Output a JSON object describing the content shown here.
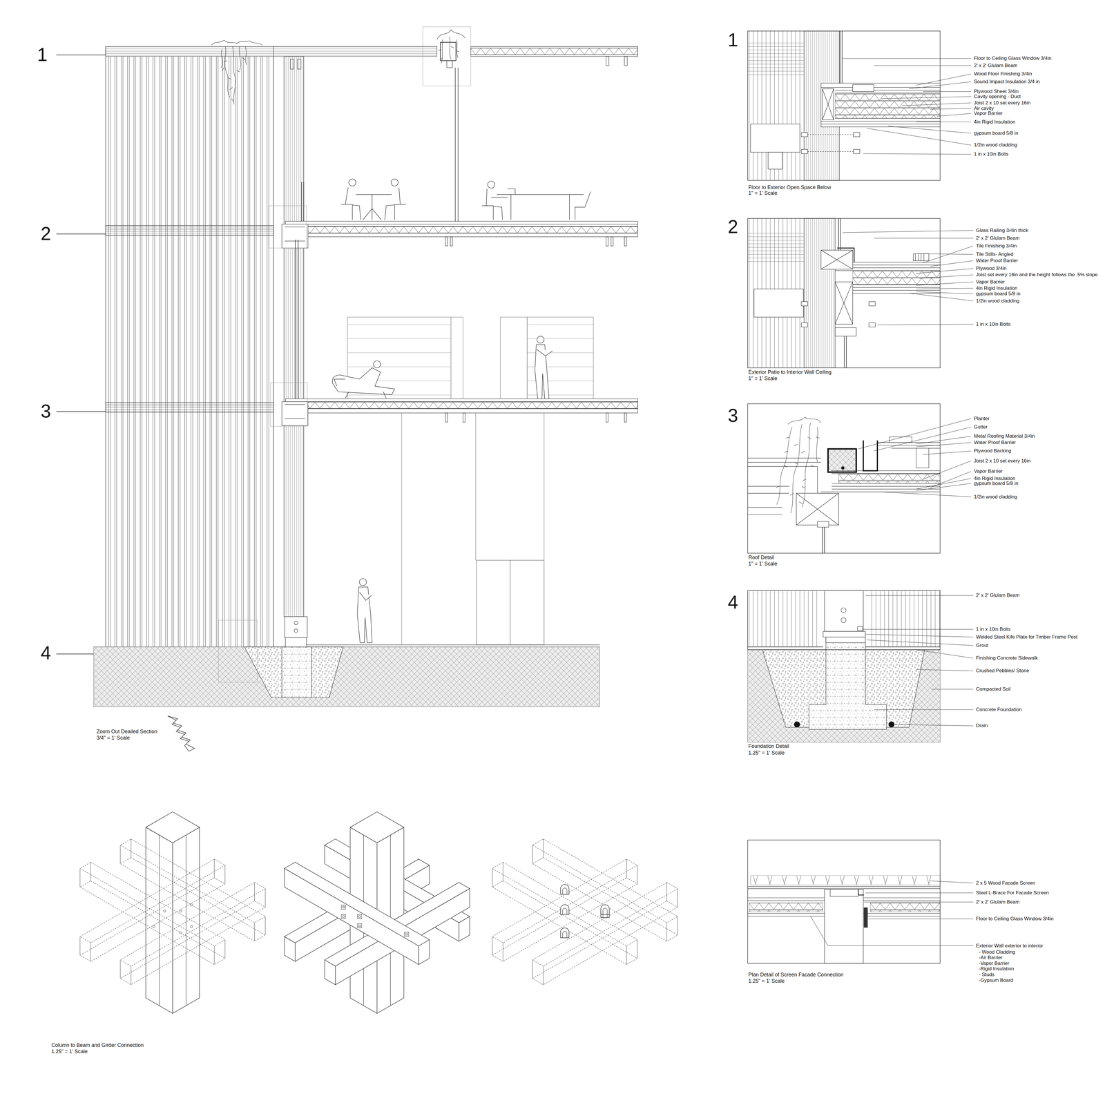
{
  "diagram": {
    "labels": [
      "1",
      "2",
      "3",
      "4",
      "Zoom Out Deailed Section",
      "3/4\" = 1' Scale",
      "1",
      "Floor to Ceiling Glass Window 3/4in",
      "2' x 2' Glulam Beam",
      "Wood Floor Finishing 3/4in",
      "Sound Impact Insulation 3/4 in",
      "Plywood Sheet 3/4in",
      "Cavity opening - Duct",
      "Joist 2 x 10 set every 16in",
      "Air cavity",
      "Vapor Barrier",
      "4in Rigid Insulation",
      "gypsum board 5/8 in",
      "1/2in wood cladding",
      "1 in x 10in Bolts",
      "Floor to Exterior Open Space Below",
      "1\" = 1' Scale",
      "2",
      "Glass Railing 3/4in thick",
      "2' x 2' Glulam Beam",
      "Tile Finishing 3/4in",
      "Tile Stills- Angled",
      "Water Proof Barrier",
      "Plywood 3/4in",
      "Joist set every 16in and the height follows the .5% slope",
      "Vapor Barrier",
      "4in Rigid Insulation",
      "gypsum board 5/8 in",
      "1/2in wood cladding",
      "1 in x 10in Bolts",
      "Exterior Patio to Interior Wall Ceiling",
      "1\" = 1' Scale",
      "3",
      "Planter",
      "Gutter",
      "Metal Roofing Material 3/4in",
      "Water Proof Barrier",
      "Plywood Backing",
      "Joist 2 x 10 set every 16in",
      "Vapor Barrier",
      "4in Rigid Insulation",
      "gypsum board 5/8 in",
      "1/2in wood cladding",
      "Roof Detail",
      "1\" = 1' Scale",
      "4",
      "2' x 2' Glulam Beam",
      "1 in x 10in Bolts",
      "Welded Steel Kife Plate for Timber Frame Post",
      "Grout",
      "Finishing Concrete Sidewalk",
      "Crushed Pebbles/ Stone",
      "Compacted Soil",
      "Concrete Foundation",
      "Drain",
      "Foundation Detail",
      "1.25\" = 1' Scale",
      "2 x 5 Wood Facade Screen",
      "Steel L-Brace For Facade Screen",
      "2' x 2' Glulam Beam",
      "Floor to Ceiling Glass Window 3/4in",
      "Exterior Wall exterior to interior",
      "- Wood Cladding",
      "-Air Barrier",
      "-Vapor Barrier",
      "-Rigid Insulation",
      "- Studs",
      "-Gypsum Board",
      "Plan Detail of Screen Facade Connection",
      "1.25\" = 1' Scale",
      "Column to Beam and Girder Connection",
      "1.25\" = 1' Scale"
    ]
  }
}
